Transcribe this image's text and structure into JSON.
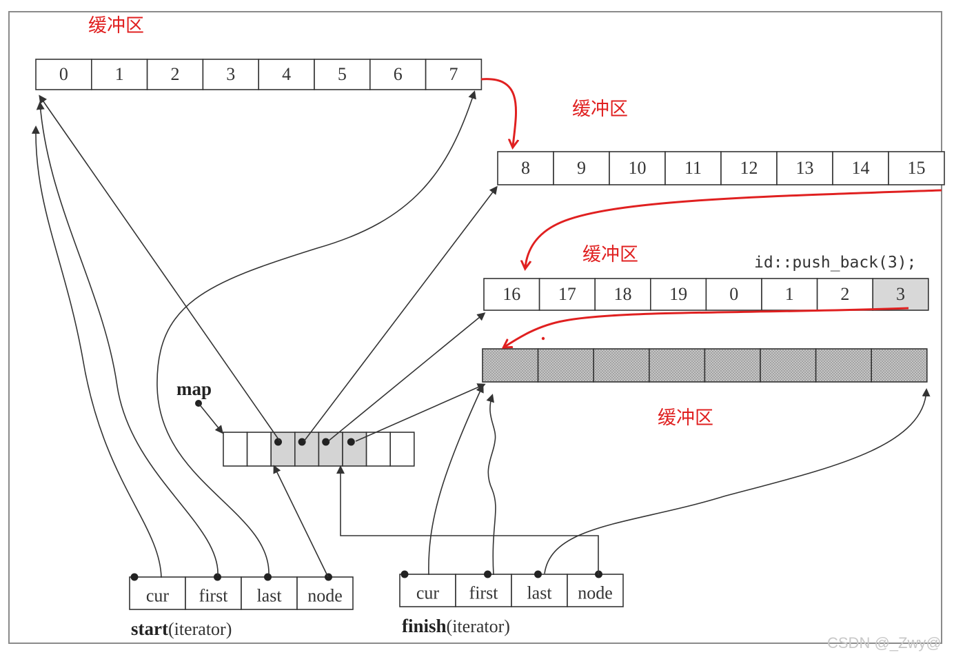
{
  "labels": {
    "buffer_1": "缓冲区",
    "buffer_2": "缓冲区",
    "buffer_3": "缓冲区",
    "buffer_4": "缓冲区",
    "code_call": "id::push_back(3);",
    "map": "map",
    "start_bold": "start",
    "start_rest": "(iterator)",
    "finish_bold": "finish",
    "finish_rest": "(iterator)",
    "watermark": "CSDN @_Zwy@"
  },
  "buffers": {
    "b0": [
      "0",
      "1",
      "2",
      "3",
      "4",
      "5",
      "6",
      "7"
    ],
    "b1": [
      "8",
      "9",
      "10",
      "11",
      "12",
      "13",
      "14",
      "15"
    ],
    "b2": [
      "16",
      "17",
      "18",
      "19",
      "0",
      "1",
      "2",
      "3"
    ],
    "b3": [
      "",
      "",
      "",
      "",
      "",
      "",
      "",
      ""
    ]
  },
  "iterators": {
    "start": [
      "cur",
      "first",
      "last",
      "node"
    ],
    "finish": [
      "cur",
      "first",
      "last",
      "node"
    ]
  },
  "colors": {
    "annotation": "#e02020",
    "line": "#333333",
    "shaded": "#d8d8d8",
    "hatched": "#bdbdbd"
  }
}
